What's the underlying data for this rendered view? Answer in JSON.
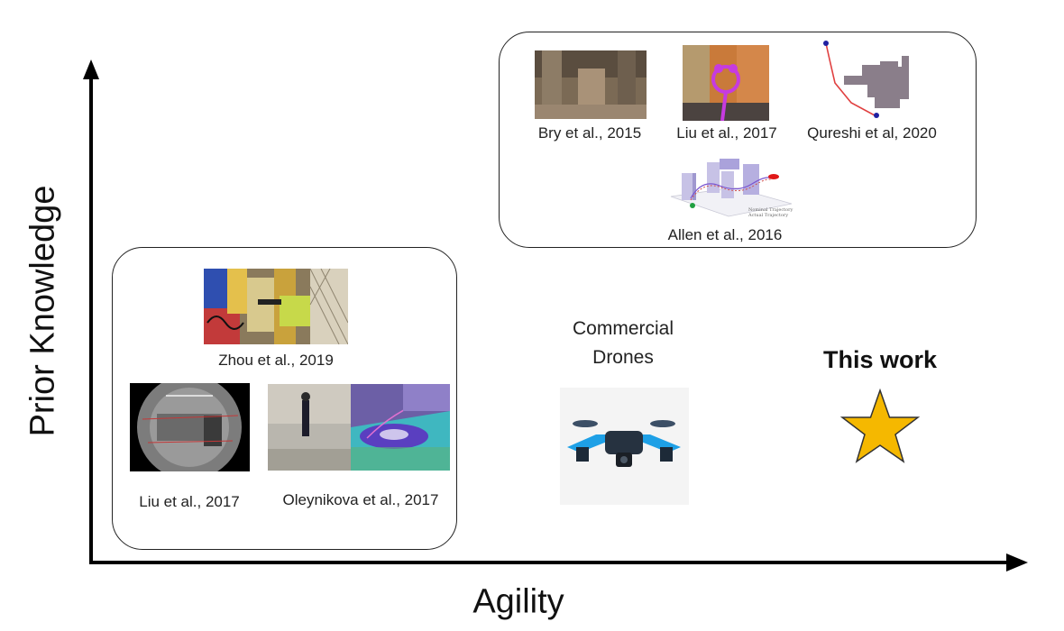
{
  "axes": {
    "x_label": "Agility",
    "y_label": "Prior Knowledge"
  },
  "groups": {
    "top_right": {
      "items": [
        {
          "caption": "Bry et al., 2015",
          "icon": "corridor-photo-icon"
        },
        {
          "caption": "Liu et al., 2017",
          "icon": "rendered-scene-icon"
        },
        {
          "caption": "Qureshi et al, 2020",
          "icon": "path-map-icon"
        },
        {
          "caption": "Allen et al., 2016",
          "icon": "trajectory-plot-icon"
        }
      ],
      "trajectory_legend": [
        "Nominal Trajectory",
        "Actual Trajectory"
      ]
    },
    "bottom_left": {
      "items": [
        {
          "caption": "Zhou et al., 2019",
          "icon": "cluttered-room-photo-icon"
        },
        {
          "caption": "Liu et al., 2017",
          "icon": "fisheye-camera-icon"
        },
        {
          "caption": "Oleynikova et al., 2017",
          "icon": "drone-mapping-icon"
        }
      ]
    }
  },
  "commercial": {
    "line1": "Commercial",
    "line2": "Drones",
    "icon": "quadcopter-icon"
  },
  "this_work": {
    "label": "This work",
    "icon": "star-icon",
    "color": "#F5B800"
  }
}
